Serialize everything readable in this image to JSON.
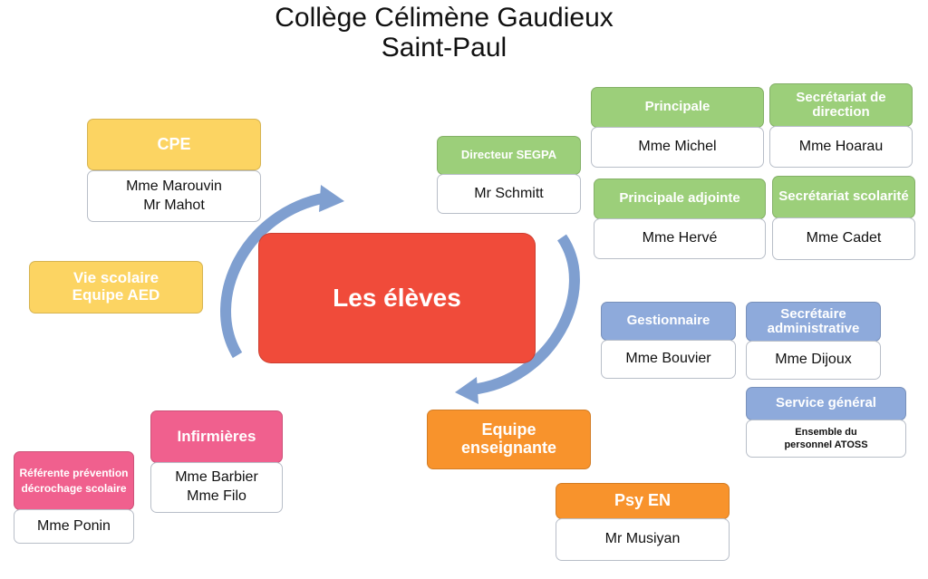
{
  "title": {
    "line1": "Collège Célimène Gaudieux",
    "line2": "Saint-Paul"
  },
  "center": {
    "label": "Les élèves"
  },
  "colors": {
    "yellow": "#fcd462",
    "red": "#f04b3a",
    "green": "#9ccf7a",
    "blue": "#8eaadb",
    "orange": "#f8932c",
    "pink": "#f0608e",
    "arrow": "#7f9fd0"
  },
  "cards": {
    "cpe": {
      "header": "CPE",
      "lines": [
        "Mme Marouvin",
        "Mr Mahot"
      ]
    },
    "vie_scolaire": {
      "header": "Vie scolaire Equipe AED"
    },
    "segpa": {
      "header": "Directeur SEGPA",
      "lines": [
        "Mr Schmitt"
      ]
    },
    "principale": {
      "header": "Principale",
      "lines": [
        "Mme Michel"
      ]
    },
    "secr_direction": {
      "header": "Secrétariat de direction",
      "lines": [
        "Mme Hoarau"
      ]
    },
    "principale_adj": {
      "header": "Principale adjointe",
      "lines": [
        "Mme Hervé"
      ]
    },
    "secr_scolarite": {
      "header": "Secrétariat scolarité",
      "lines": [
        "Mme Cadet"
      ]
    },
    "gestionnaire": {
      "header": "Gestionnaire",
      "lines": [
        "Mme Bouvier"
      ]
    },
    "secr_admin": {
      "header": "Secrétaire administrative",
      "lines": [
        "Mme Dijoux"
      ]
    },
    "service_general": {
      "header": "Service général",
      "lines": [
        "Ensemble du personnel ATOSS"
      ]
    },
    "equipe_ens": {
      "header": "Equipe enseignante"
    },
    "psy": {
      "header": "Psy EN",
      "lines": [
        "Mr Musiyan"
      ]
    },
    "infirmieres": {
      "header": "Infirmières",
      "lines": [
        "Mme Barbier",
        "Mme Filo"
      ]
    },
    "referente": {
      "header": "Référente prévention décrochage scolaire",
      "lines": [
        "Mme Ponin"
      ]
    }
  }
}
